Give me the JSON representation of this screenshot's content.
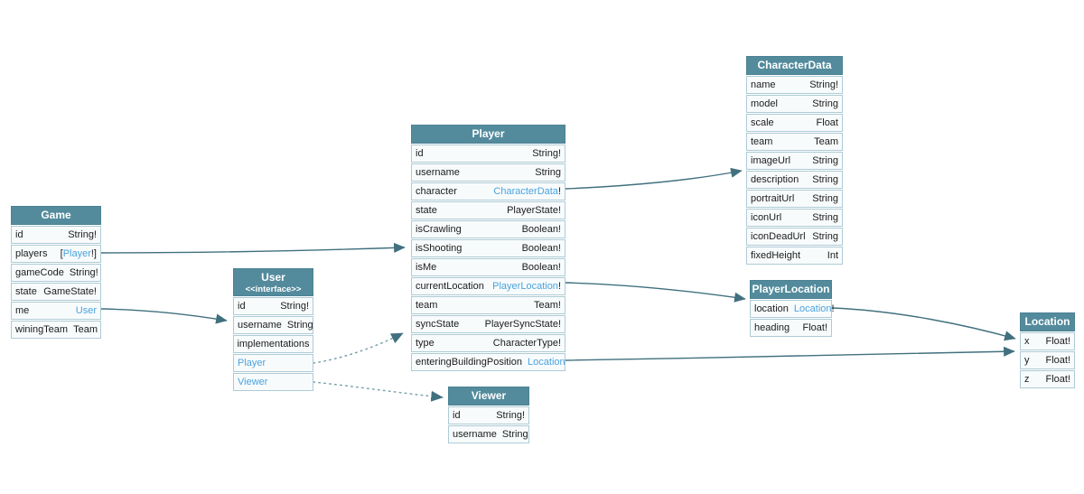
{
  "colors": {
    "header_bg": "#538b9c",
    "header_text": "#ffffff",
    "cell_bg": "#f8fbfc",
    "cell_border": "#aecbd5",
    "type_link": "#4aa3de",
    "edge_solid": "#41707e",
    "edge_dotted": "#7ba0ab"
  },
  "tables": {
    "game": {
      "title": "Game",
      "fields": [
        {
          "name": "id",
          "t1": "String!",
          "link": "",
          "t2": ""
        },
        {
          "name": "players",
          "t1": "[",
          "link": "Player",
          "t2": "!]"
        },
        {
          "name": "gameCode",
          "t1": "String!",
          "link": "",
          "t2": ""
        },
        {
          "name": "state",
          "t1": "GameState!",
          "link": "",
          "t2": ""
        },
        {
          "name": "me",
          "t1": "",
          "link": "User",
          "t2": ""
        },
        {
          "name": "winingTeam",
          "t1": "Team",
          "link": "",
          "t2": ""
        }
      ]
    },
    "user": {
      "title": "User",
      "subtitle": "<<interface>>",
      "fields": [
        {
          "name": "id",
          "t1": "String!",
          "link": "",
          "t2": ""
        },
        {
          "name": "username",
          "t1": "String",
          "link": "",
          "t2": ""
        }
      ],
      "implementations_label": "implementations",
      "implementations": [
        {
          "label": "Player"
        },
        {
          "label": "Viewer"
        }
      ]
    },
    "player": {
      "title": "Player",
      "fields": [
        {
          "name": "id",
          "t1": "String!",
          "link": "",
          "t2": ""
        },
        {
          "name": "username",
          "t1": "String",
          "link": "",
          "t2": ""
        },
        {
          "name": "character",
          "t1": "",
          "link": "CharacterData",
          "t2": "!"
        },
        {
          "name": "state",
          "t1": "PlayerState!",
          "link": "",
          "t2": ""
        },
        {
          "name": "isCrawling",
          "t1": "Boolean!",
          "link": "",
          "t2": ""
        },
        {
          "name": "isShooting",
          "t1": "Boolean!",
          "link": "",
          "t2": ""
        },
        {
          "name": "isMe",
          "t1": "Boolean!",
          "link": "",
          "t2": ""
        },
        {
          "name": "currentLocation",
          "t1": "",
          "link": "PlayerLocation",
          "t2": "!"
        },
        {
          "name": "team",
          "t1": "Team!",
          "link": "",
          "t2": ""
        },
        {
          "name": "syncState",
          "t1": "PlayerSyncState!",
          "link": "",
          "t2": ""
        },
        {
          "name": "type",
          "t1": "CharacterType!",
          "link": "",
          "t2": ""
        },
        {
          "name": "enteringBuildingPosition",
          "t1": "",
          "link": "Location",
          "t2": ""
        }
      ]
    },
    "viewer": {
      "title": "Viewer",
      "fields": [
        {
          "name": "id",
          "t1": "String!",
          "link": "",
          "t2": ""
        },
        {
          "name": "username",
          "t1": "String",
          "link": "",
          "t2": ""
        }
      ]
    },
    "characterData": {
      "title": "CharacterData",
      "fields": [
        {
          "name": "name",
          "t1": "String!",
          "link": "",
          "t2": ""
        },
        {
          "name": "model",
          "t1": "String",
          "link": "",
          "t2": ""
        },
        {
          "name": "scale",
          "t1": "Float",
          "link": "",
          "t2": ""
        },
        {
          "name": "team",
          "t1": "Team",
          "link": "",
          "t2": ""
        },
        {
          "name": "imageUrl",
          "t1": "String",
          "link": "",
          "t2": ""
        },
        {
          "name": "description",
          "t1": "String",
          "link": "",
          "t2": ""
        },
        {
          "name": "portraitUrl",
          "t1": "String",
          "link": "",
          "t2": ""
        },
        {
          "name": "iconUrl",
          "t1": "String",
          "link": "",
          "t2": ""
        },
        {
          "name": "iconDeadUrl",
          "t1": "String",
          "link": "",
          "t2": ""
        },
        {
          "name": "fixedHeight",
          "t1": "Int",
          "link": "",
          "t2": ""
        }
      ]
    },
    "playerLocation": {
      "title": "PlayerLocation",
      "fields": [
        {
          "name": "location",
          "t1": "",
          "link": "Location",
          "t2": "!"
        },
        {
          "name": "heading",
          "t1": "Float!",
          "link": "",
          "t2": ""
        }
      ]
    },
    "location": {
      "title": "Location",
      "fields": [
        {
          "name": "x",
          "t1": "Float!",
          "link": "",
          "t2": ""
        },
        {
          "name": "y",
          "t1": "Float!",
          "link": "",
          "t2": ""
        },
        {
          "name": "z",
          "t1": "Float!",
          "link": "",
          "t2": ""
        }
      ]
    }
  },
  "edges": [
    {
      "from": "Game.players",
      "to": "Player",
      "style": "solid"
    },
    {
      "from": "Game.me",
      "to": "User",
      "style": "solid"
    },
    {
      "from": "Player.character",
      "to": "CharacterData",
      "style": "solid"
    },
    {
      "from": "Player.currentLocation",
      "to": "PlayerLocation",
      "style": "solid"
    },
    {
      "from": "Player.enteringBuildingPosition",
      "to": "Location",
      "style": "solid"
    },
    {
      "from": "PlayerLocation.location",
      "to": "Location",
      "style": "solid"
    },
    {
      "from": "User.Player",
      "to": "Player",
      "style": "dotted"
    },
    {
      "from": "User.Viewer",
      "to": "Viewer",
      "style": "dotted"
    }
  ]
}
